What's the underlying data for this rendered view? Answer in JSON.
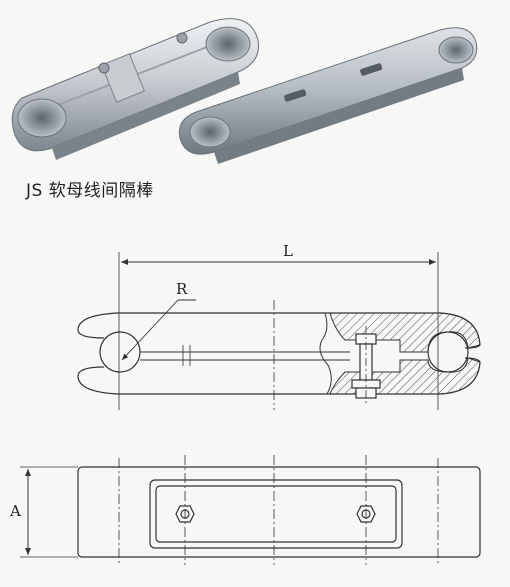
{
  "caption": "JS 软母线间隔棒",
  "drawing": {
    "length_label": "L",
    "radius_label": "R",
    "height_label": "A"
  },
  "colors": {
    "background": "#f7f7f5",
    "line": "#333333",
    "hatch": "#555555",
    "metal_light": "#e6e9ec",
    "metal_dark": "#8c949c"
  }
}
